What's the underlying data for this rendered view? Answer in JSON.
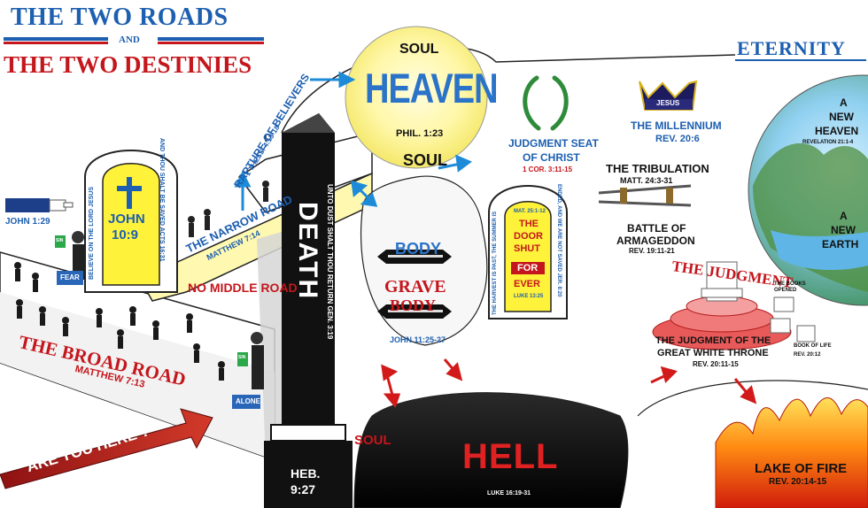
{
  "title": {
    "line1": "THE TWO ROADS",
    "and": "AND",
    "line2": "THE TWO DESTINIES"
  },
  "eternity": "ETERNITY",
  "heaven": {
    "soul_top": "SOUL",
    "word": "HEAVEN",
    "verse": "PHIL. 1:23",
    "soul_bottom": "SOUL"
  },
  "rapture": {
    "label": "RAPTURE OF BELIEVERS",
    "verse": "1 THESS. 4:13-18"
  },
  "narrow_road": {
    "label": "THE NARROW ROAD",
    "verse": "MATTHEW 7:14"
  },
  "no_middle_road": "NO MIDDLE ROAD",
  "broad_road": {
    "label": "THE BROAD ROAD",
    "verse": "MATTHEW 7:13"
  },
  "are_you_here": "ARE YOU HERE ?",
  "door": {
    "ref": "JOHN 1:29",
    "left_text": "BELIEVE ON THE LORD JESUS",
    "right_text": "AND THOU SHALT BE SAVED ACTS 16:31",
    "center": "JOHN 10:9",
    "center_line1": "JOHN",
    "center_line2": "10:9"
  },
  "walkers": {
    "fear_sign": "FEAR",
    "alone_sign": "ALONE",
    "sin_sign1": "SIN",
    "sin_sign2": "SIN"
  },
  "death": {
    "word": "DEATH",
    "side_text": "UNTO DUST SHALT THOU RETURN   GEN. 3:19",
    "base_line1": "HEB.",
    "base_line2": "9:27"
  },
  "body_grave": {
    "body1": "BODY",
    "grave": "GRAVE",
    "body2": "BODY",
    "verse": "JOHN 11:25-27"
  },
  "soul_low": "SOUL",
  "hell": {
    "word": "HELL",
    "verse": "LUKE 16:19-31"
  },
  "judgment_seat": {
    "line1": "JUDGMENT SEAT",
    "line2": "OF CHRIST",
    "verse": "1 COR. 3:11-15"
  },
  "shut_door": {
    "left_text": "THE HARVEST IS PAST, THE SUMMER IS",
    "right_text": "ENDED, AND WE ARE NOT SAVED JER. 8:20",
    "top_verse": "MAT. 25:1-12",
    "line1": "THE",
    "line2": "DOOR",
    "line3": "SHUT",
    "for": "FOR",
    "ever": "EVER",
    "verse": "LUKE 13:25"
  },
  "millennium": {
    "crown": "JESUS",
    "label": "THE MILLENNIUM",
    "verse": "REV. 20:6"
  },
  "tribulation": {
    "label": "THE TRIBULATION",
    "verse": "MATT. 24:3-31"
  },
  "armageddon": {
    "line1": "BATTLE OF",
    "line2": "ARMAGEDDON",
    "verse": "REV. 19:11-21"
  },
  "judgment": {
    "title": "THE JUDGMENT",
    "books_opened": "THE BOOKS OPENED",
    "book_of_life": "BOOK OF LIFE",
    "book_verse": "REV. 20:12",
    "throne_line1": "THE JUDGMENT OF THE",
    "throne_line2": "GREAT WHITE THRONE",
    "throne_verse": "REV. 20:11-15"
  },
  "new_creation": {
    "a1": "A",
    "new1": "NEW",
    "heaven": "HEAVEN",
    "verse": "REVELATION 21:1-4",
    "a2": "A",
    "new2": "NEW",
    "earth": "EARTH"
  },
  "lake_of_fire": {
    "label": "LAKE OF FIRE",
    "verse": "REV. 20:14-15"
  },
  "colors": {
    "red": "#c4161c",
    "blue": "#1d5fb0",
    "heaven_blue": "#2a73c8",
    "yellow": "#fff23a",
    "black": "#111111"
  }
}
